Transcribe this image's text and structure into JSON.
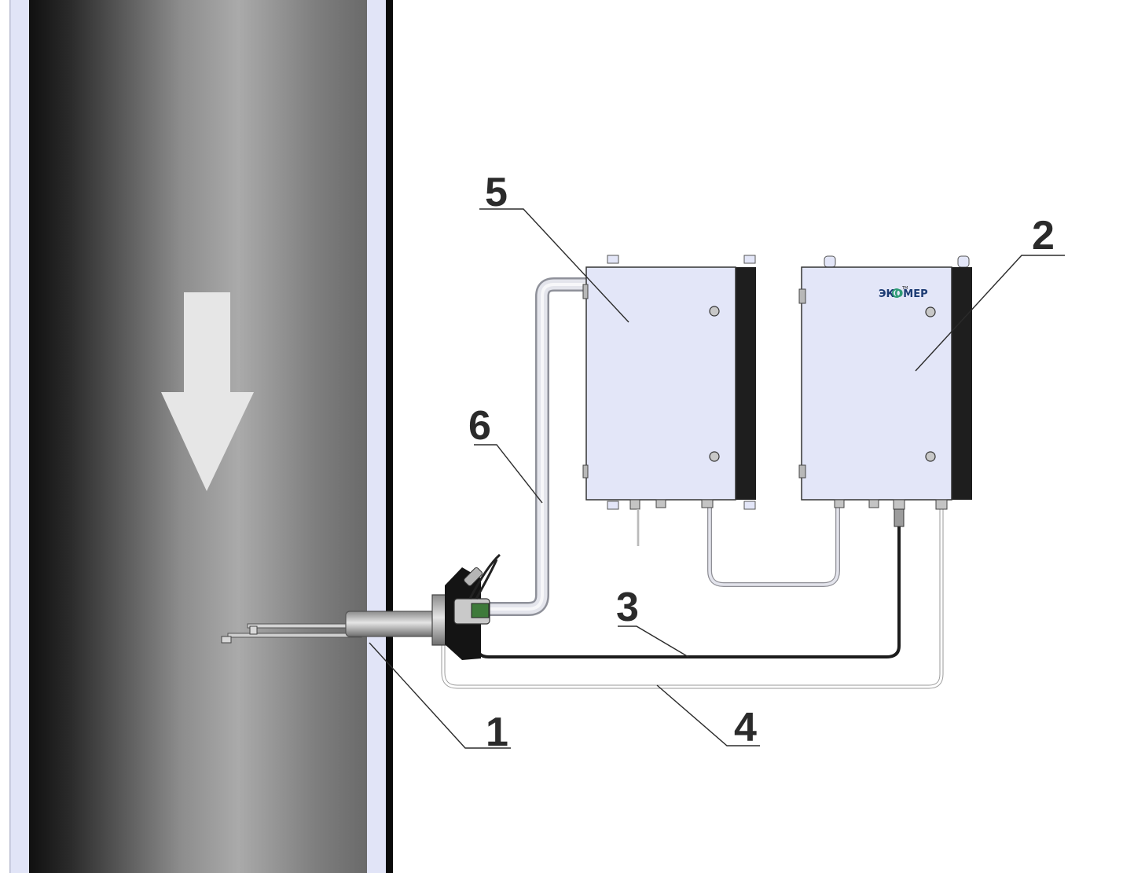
{
  "callouts": {
    "probe": "1",
    "analyzer_cabinet": "2",
    "cable_3": "3",
    "cable_4": "4",
    "conditioning_cabinet": "5",
    "sample_line": "6"
  },
  "analyzer": {
    "brand_logo": "ЭКОМЕР",
    "trademark": "TM"
  },
  "flow_direction": "down",
  "colors": {
    "duct_dark": "#151515",
    "duct_light": "#a8a8a8",
    "duct_wall": "#e1e4f7",
    "cabinet_face": "#e3e6f8",
    "cabinet_side": "#202020",
    "arrow": "#e6e6e6",
    "brand_green": "#2e9c74",
    "brand_blue": "#1c3b73"
  }
}
